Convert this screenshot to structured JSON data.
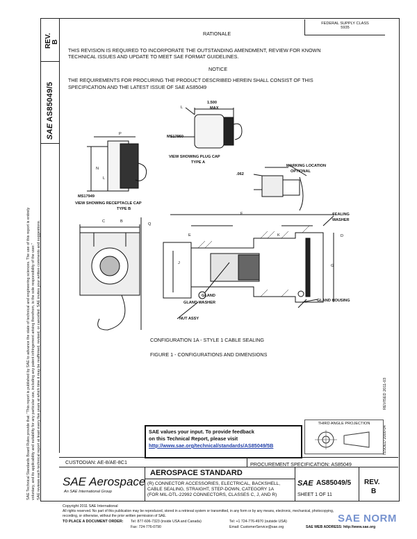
{
  "side_note": {
    "line1": "SAE Technical Standards Board Rules provide that: \"This report is published by SAE to advance the state of technical and engineering sciences. The use of this report is entirely",
    "line2": "voluntary, and its applicability and suitability for any particular use, including any patent infringement arising therefrom, is the sole responsibility of the user.\"",
    "line3": "SAE reviews each technical report at least every five years at which time it may be reaffirmed, revised, or cancelled. SAE invites your written comments and suggestions."
  },
  "rev_column": {
    "rev_label": "REV.",
    "rev_value": "B",
    "doc_number": "AS85049/5",
    "logo": "SAE"
  },
  "header": {
    "rationale_title": "RATIONALE",
    "stamp_line1": "FEDERAL SUPPLY CLASS",
    "stamp_line2": "5935"
  },
  "rationale_text": {
    "line1": "THIS REVISION IS REQUIRED TO INCORPORATE THE OUTSTANDING AMENDMENT,  REVIEW FOR KNOWN",
    "line2": "TECHNICAL ISSUES AND UPDATE TO MEET SAE FORMAT GUIDELINES."
  },
  "notice": {
    "title": "NOTICE",
    "line1": "THE REQUIREMENTS FOR PROCURING THE PRODUCT DESCRIBED HEREIN SHALL CONSIST OF THIS",
    "line2": "SPECIFICATION AND THE LATEST ISSUE OF SAE AS85049"
  },
  "drawing": {
    "dim_1500": "1.500",
    "dim_max": "MAX",
    "ms17950": "MS17950",
    "view_plug_cap_1": "VIEW SHOWING PLUG CAP",
    "view_plug_cap_2": "TYPE A",
    "ms17949": "MS17949",
    "view_receptacle_cap_1": "VIEW SHOWING RECEPTACLE CAP",
    "view_receptacle_cap_2": "TYPE B",
    "marking_location_1": "MARKING LOCATION",
    "marking_location_2": "OPTIONAL",
    "dim_062": ".062",
    "sealing_washer_1": "SEALING",
    "sealing_washer_2": "WASHER",
    "gland": "GLAND",
    "gland_washer": "GLAND WASHER",
    "gland_housing": "GLAND HOUSING",
    "nut_assy": "NUT ASSY",
    "letter_P": "P",
    "letter_N": "N",
    "letter_L": "L",
    "letter_L2": "L",
    "letter_C": "C",
    "letter_B": "B",
    "letter_Q": "Q",
    "letter_F": "F",
    "letter_E": "E",
    "letter_K": "K",
    "letter_D": "D",
    "letter_J": "J",
    "letter_G": "G"
  },
  "captions": {
    "config": "CONFIGURATION 1A - STYLE 1 CABLE SEALING",
    "figure": "FIGURE 1 - CONFIGURATIONS AND DIMENSIONS"
  },
  "right_margin": {
    "revised": "REVISED 2011-03",
    "issued": "ISSUED 2000-04"
  },
  "feedback": {
    "line1": "SAE values your input. To provide feedback",
    "line2": "on this Technical Report, please visit",
    "url": "http://www.sae.org/technical/standards/AS85049/5B"
  },
  "third_angle": "THIRD ANGLE PROJECTION",
  "custodian": "CUSTODIAN: AE-8/AE-8C1",
  "procurement": "PROCUREMENT SPECIFICATION: AS85049",
  "title_block": {
    "brand": "SAE Aerospace",
    "brand_sub": "An SAE International Group",
    "standard": "AEROSPACE STANDARD",
    "desc1": "(R) CONNECTOR ACCESSORIES, ELECTRICAL, BACKSHELL,",
    "desc2": "CABLE SEALING, STRAIGHT, STEP-DOWN, CATEGORY 1A",
    "desc3": "(FOR MIL-DTL-22992 CONNECTORS, CLASSES C, J, AND R)",
    "logo": "SAE",
    "doc_number": "AS85049/5",
    "sheet": "SHEET 1 OF 11",
    "rev_label": "REV.",
    "rev_value": "B"
  },
  "footer": {
    "copyright1": "Copyright 2011 SAE International",
    "copyright2": "All rights reserved. No part of this publication may be reproduced, stored in a retrieval system or transmitted, in any form or by any means, electronic, mechanical, photocopying,",
    "copyright3": "recording, or otherwise, without the prior written permission of SAE.",
    "order_label": "TO PLACE A DOCUMENT ORDER:",
    "tel": "Tel:  877-606-7323 (inside USA and Canada)",
    "tel2": "Tel:  +1 724-776-4970 (outside USA)",
    "fax": "Fax:  724-776-0790",
    "email": "Email:  CustomerService@sae.org",
    "web": "SAE WEB ADDRESS:  http://www.sae.org",
    "watermark": "SAE NORM"
  }
}
